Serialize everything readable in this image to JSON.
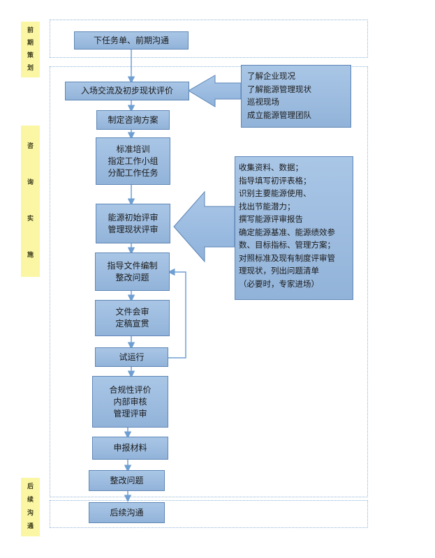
{
  "phases": [
    {
      "id": "early",
      "chars": [
        "前",
        "期",
        "策",
        "划"
      ]
    },
    {
      "id": "consult",
      "chars": [
        "咨",
        "询",
        "实",
        "施"
      ]
    },
    {
      "id": "followup",
      "chars": [
        "后",
        "续",
        "沟",
        "通"
      ]
    }
  ],
  "steps": [
    {
      "id": "task",
      "lines": [
        "下任务单、前期沟通"
      ]
    },
    {
      "id": "entry",
      "lines": [
        "入场交流及初步现状评价"
      ]
    },
    {
      "id": "plan",
      "lines": [
        "制定咨询方案"
      ]
    },
    {
      "id": "training",
      "lines": [
        "标准培训",
        "指定工作小组",
        "分配工作任务"
      ]
    },
    {
      "id": "review",
      "lines": [
        "能源初始评审",
        "管理现状评审"
      ]
    },
    {
      "id": "docs",
      "lines": [
        "指导文件编制",
        "整改问题"
      ]
    },
    {
      "id": "docreview",
      "lines": [
        "文件会审",
        "定稿宣贯"
      ]
    },
    {
      "id": "trial",
      "lines": [
        "试运行"
      ]
    },
    {
      "id": "compliance",
      "lines": [
        "合规性评价",
        "内部审核",
        "管理评审"
      ]
    },
    {
      "id": "apply",
      "lines": [
        "申报材料"
      ]
    },
    {
      "id": "rectify",
      "lines": [
        "整改问题"
      ]
    },
    {
      "id": "followup",
      "lines": [
        "后续沟通"
      ]
    }
  ],
  "notes": [
    {
      "id": "note1",
      "lines": [
        "了解企业现况",
        "了解能源管理现状",
        "巡视现场",
        "成立能源管理团队"
      ]
    },
    {
      "id": "note2",
      "lines": [
        "收集资料、数据；",
        "指导填写初评表格；",
        "识别主要能源使用、",
        "找出节能潜力；",
        "撰写能源评审报告",
        "确定能源基准、能源绩效参",
        "数、目标指标、管理方案；",
        "对照标准及现有制度评审管",
        "理现状，列出问题清单",
        "（必要时，专家进场）"
      ]
    }
  ]
}
